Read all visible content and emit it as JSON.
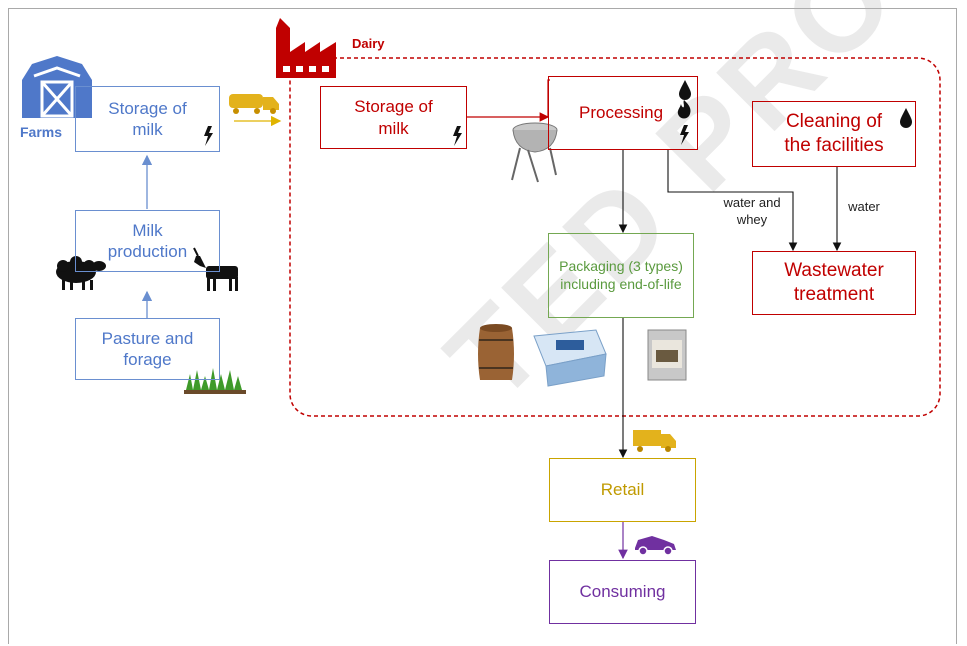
{
  "diagram": {
    "dairy_label": "Dairy",
    "farms_label": "Farms",
    "watermark": "TED PROOF",
    "nodes": {
      "farm_storage": "Storage of milk",
      "milk_production": "Milk production",
      "pasture": "Pasture and forage",
      "dairy_storage": "Storage of milk",
      "processing": "Processing",
      "cleaning": "Cleaning of the facilities",
      "packaging": "Packaging (3 types) including end-of-life",
      "wastewater": "Wastewater treatment",
      "retail": "Retail",
      "consuming": "Consuming"
    },
    "edge_labels": {
      "water_whey": "water and whey",
      "water": "water"
    },
    "colors": {
      "farm": "#4f78c9",
      "dairy": "#c00000",
      "packaging": "#5a9a3e",
      "retail": "#c09a00",
      "consuming": "#7030a0"
    },
    "icons": [
      "barn-icon",
      "factory-icon",
      "truck-icon",
      "lightning-icon",
      "drop-icon",
      "flame-icon",
      "sheep-icon",
      "goat-icon",
      "grass-icon",
      "barrel-icon",
      "cheese-box-icon",
      "tin-can-icon",
      "vat-icon",
      "car-icon"
    ]
  }
}
